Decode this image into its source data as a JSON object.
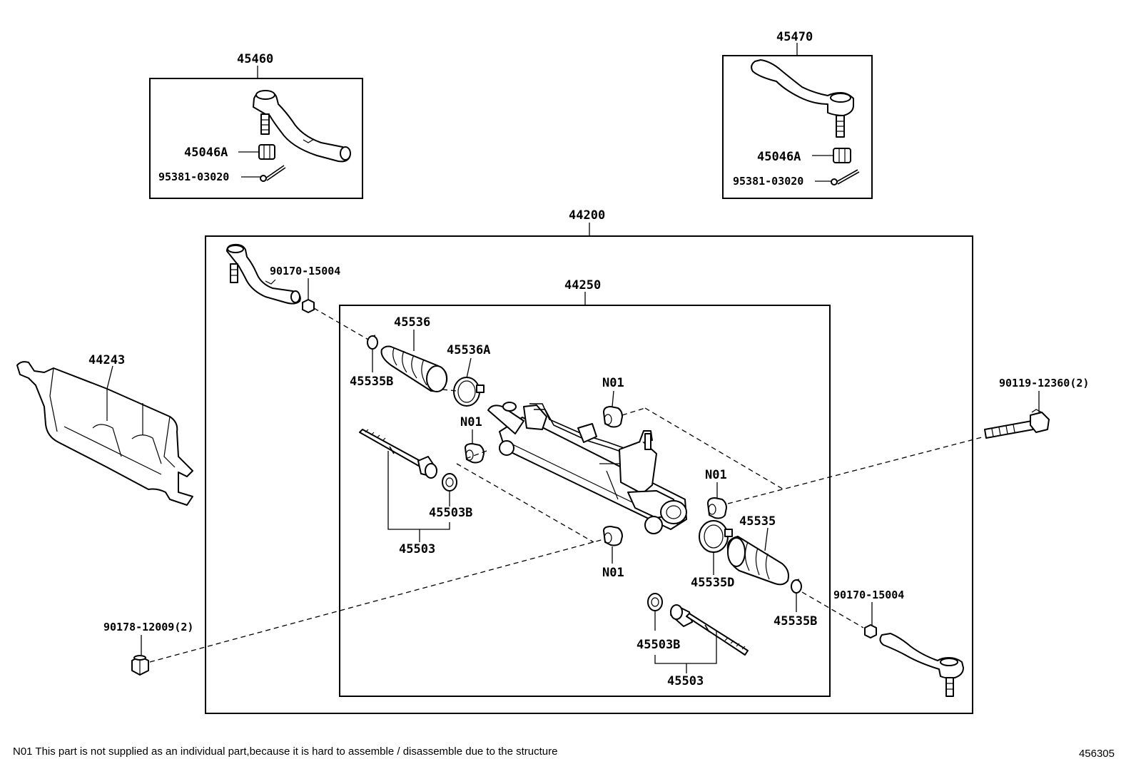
{
  "labels": {
    "p45460": "45460",
    "p45470": "45470",
    "p45046a_l": "45046A",
    "p45046a_r": "45046A",
    "p95381_l": "95381-03020",
    "p95381_r": "95381-03020",
    "p44200": "44200",
    "p44250": "44250",
    "p44243": "44243",
    "p90170_l": "90170-15004",
    "p90170_r": "90170-15004",
    "p45536": "45536",
    "p45536a": "45536A",
    "p45535b_l": "45535B",
    "p45535b_r": "45535B",
    "n01_1": "N01",
    "n01_2": "N01",
    "n01_3": "N01",
    "n01_4": "N01",
    "p45503b_l": "45503B",
    "p45503b_r": "45503B",
    "p45503_l": "45503",
    "p45503_r": "45503",
    "p45535": "45535",
    "p45535d": "45535D",
    "p90119": "90119-12360(2)",
    "p90178": "90178-12009(2)"
  },
  "footnote": "N01 This part is not supplied as an individual part,because it is hard to assemble / disassemble due to the structure",
  "diagram_id": "456305"
}
